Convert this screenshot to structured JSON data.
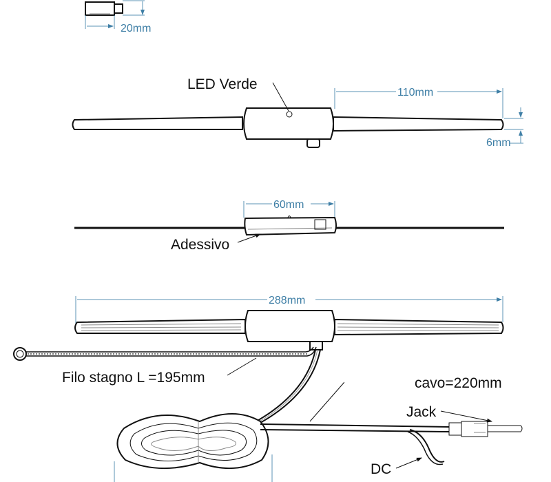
{
  "drawing": {
    "accent_color": "#3f7fa6",
    "views": {
      "side_small": {
        "dimension": "20mm"
      },
      "top_view": {
        "led_label": "LED Verde",
        "arm_length": "110mm",
        "rod_diameter": "6mm"
      },
      "side_view": {
        "body_length": "60mm",
        "adhesive_label": "Adessivo"
      },
      "full_view": {
        "total_length": "288mm",
        "ground_wire_label": "Filo stagno L =195mm",
        "cable_label": "cavo=220mm",
        "jack_label": "Jack",
        "dc_label": "DC"
      }
    }
  }
}
